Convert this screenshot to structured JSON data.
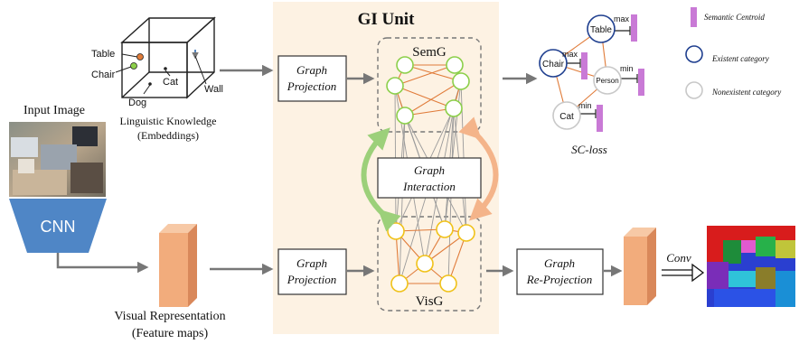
{
  "colors": {
    "gi_bg": "#fdf2e3",
    "semg_node": "#8ccf4a",
    "visg_node": "#f0c21a",
    "edge_orange": "#e07b39",
    "centroid": "#c97ad6",
    "existent": "#1f3f8f",
    "nonexistent": "#c8c8c8",
    "cnn": "#4f86c6",
    "feature": "#f2ac7c",
    "green_arrow": "#9cd07a",
    "orange_arrow": "#f4b48a"
  },
  "labels": {
    "gi_unit": "GI Unit",
    "semg": "SemG",
    "visg": "VisG",
    "graph_projection_1": "Graph",
    "graph_projection_2": "Projection",
    "graph_interaction_1": "Graph",
    "graph_interaction_2": "Interaction",
    "graph_reprojection_1": "Graph",
    "graph_reprojection_2": "Re-Projection",
    "input_image": "Input Image",
    "cnn": "CNN",
    "visual_rep_1": "Visual Representation",
    "visual_rep_2": "(Feature maps)",
    "linguistic_1": "Linguistic Knowledge",
    "linguistic_2": "(Embeddings)",
    "conv": "Conv",
    "sc_loss": "SC-loss"
  },
  "cube_words": {
    "table": "Table",
    "chair": "Chair",
    "dog": "Dog",
    "cat": "Cat",
    "wall": "Wall"
  },
  "sc_graph": {
    "table": "Table",
    "chair": "Chair",
    "person": "Person",
    "cat": "Cat",
    "max1": "max",
    "max2": "max",
    "min1": "min",
    "min2": "min"
  },
  "legend": {
    "centroid": "Semantic Centroid",
    "existent": "Existent category",
    "nonexistent": "Nonexistent category"
  }
}
